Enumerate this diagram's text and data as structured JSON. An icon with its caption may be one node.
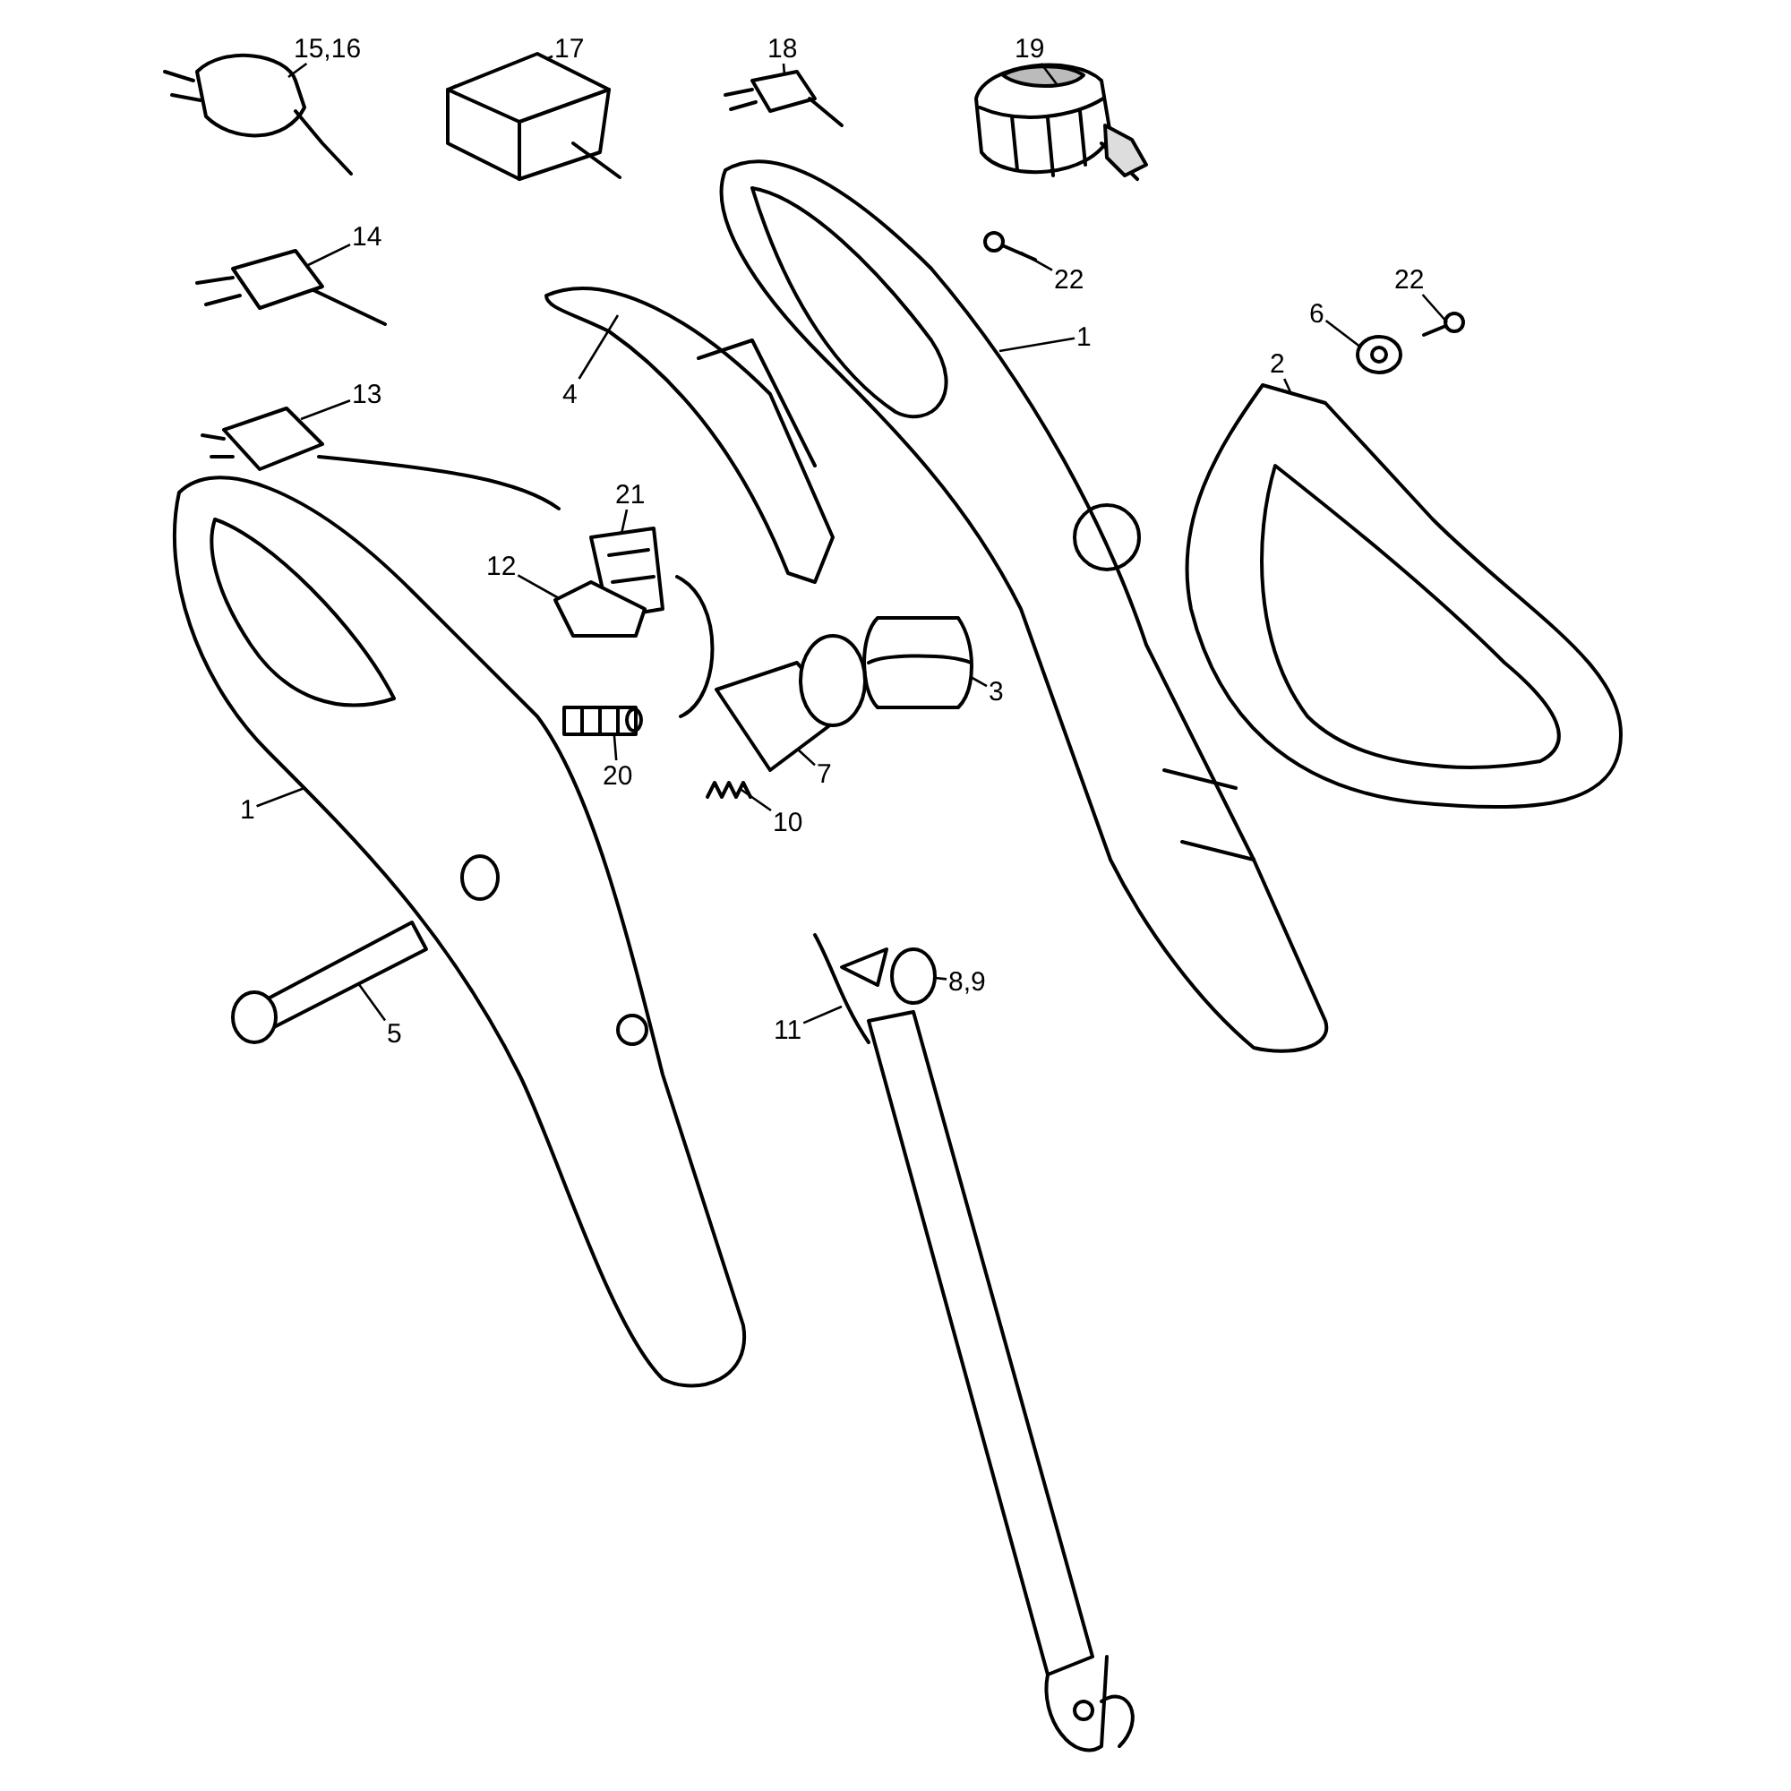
{
  "diagram": {
    "nodes": [
      {
        "text": [
          "15,16"
        ]
      },
      {
        "text": [],
        "shape": "picture"
      },
      {
        "text": [
          "17"
        ]
      },
      {
        "text": [],
        "shape": "picture"
      },
      {
        "text": [
          "18"
        ]
      },
      {
        "text": [],
        "shape": "picture"
      },
      {
        "text": [
          "19"
        ]
      },
      {
        "text": [],
        "shape": "picture"
      },
      {
        "text": [
          "14"
        ]
      },
      {
        "text": [],
        "shape": "picture"
      },
      {
        "text": [
          "22"
        ]
      },
      {
        "text": [],
        "shape": "picture"
      },
      {
        "text": [
          "22"
        ]
      },
      {
        "text": [],
        "shape": "picture"
      },
      {
        "text": [
          "1"
        ]
      },
      {
        "text": [],
        "shape": "picture"
      },
      {
        "text": [
          "6"
        ]
      },
      {
        "text": [],
        "shape": "picture"
      },
      {
        "text": [
          "2"
        ]
      },
      {
        "text": [],
        "shape": "picture"
      },
      {
        "text": [
          "4"
        ]
      },
      {
        "text": [],
        "shape": "picture"
      },
      {
        "text": [
          "13"
        ]
      },
      {
        "text": [],
        "shape": "picture"
      },
      {
        "text": [
          "21"
        ]
      },
      {
        "text": [],
        "shape": "picture"
      },
      {
        "text": [
          "12"
        ]
      },
      {
        "text": [],
        "shape": "picture"
      },
      {
        "text": [
          "3"
        ]
      },
      {
        "text": [],
        "shape": "picture"
      },
      {
        "text": [
          "20"
        ]
      },
      {
        "text": [],
        "shape": "picture"
      },
      {
        "text": [
          "7"
        ]
      },
      {
        "text": [],
        "shape": "picture"
      },
      {
        "text": [
          "1"
        ]
      },
      {
        "text": [],
        "shape": "picture"
      },
      {
        "text": [
          "10"
        ]
      },
      {
        "text": [],
        "shape": "picture"
      },
      {
        "text": [
          "5"
        ]
      },
      {
        "text": [],
        "shape": "picture"
      },
      {
        "text": [
          "8,9"
        ]
      },
      {
        "text": [],
        "shape": "picture"
      },
      {
        "text": [
          "11"
        ]
      },
      {
        "text": [],
        "shape": "picture"
      }
    ],
    "edges": [
      {
        "from": 0,
        "to": 1,
        "arrow": "none"
      },
      {
        "from": 2,
        "to": 3,
        "arrow": "none"
      },
      {
        "from": 4,
        "to": 5,
        "arrow": "none"
      },
      {
        "from": 6,
        "to": 7,
        "arrow": "none"
      },
      {
        "from": 8,
        "to": 9,
        "arrow": "none"
      },
      {
        "from": 10,
        "to": 11,
        "arrow": "none"
      },
      {
        "from": 12,
        "to": 13,
        "arrow": "none"
      },
      {
        "from": 14,
        "to": 15,
        "arrow": "none"
      },
      {
        "from": 16,
        "to": 17,
        "arrow": "none"
      },
      {
        "from": 18,
        "to": 19,
        "arrow": "none"
      },
      {
        "from": 20,
        "to": 21,
        "arrow": "none"
      },
      {
        "from": 22,
        "to": 23,
        "arrow": "none"
      },
      {
        "from": 24,
        "to": 25,
        "arrow": "none"
      },
      {
        "from": 26,
        "to": 27,
        "arrow": "none"
      },
      {
        "from": 28,
        "to": 29,
        "arrow": "none"
      },
      {
        "from": 30,
        "to": 31,
        "arrow": "none"
      },
      {
        "from": 32,
        "to": 33,
        "arrow": "none"
      },
      {
        "from": 34,
        "to": 35,
        "arrow": "none"
      },
      {
        "from": 36,
        "to": 37,
        "arrow": "none"
      },
      {
        "from": 38,
        "to": 39,
        "arrow": "none"
      },
      {
        "from": 40,
        "to": 41,
        "arrow": "none"
      },
      {
        "from": 42,
        "to": 43,
        "arrow": "none"
      }
    ]
  }
}
